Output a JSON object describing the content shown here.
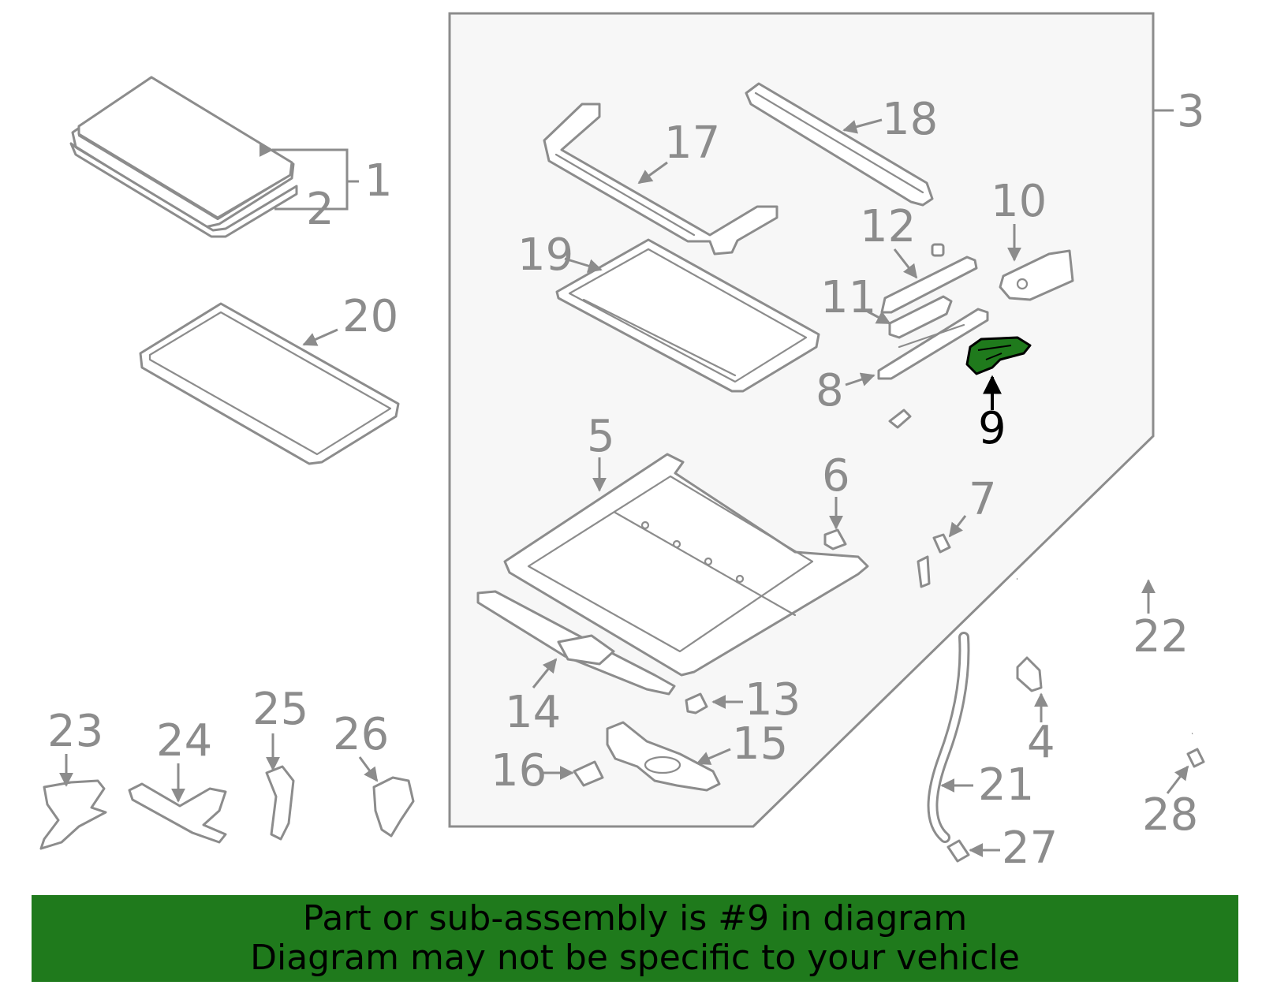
{
  "diagram": {
    "highlight_color": "#1f7a1c",
    "highlighted_part": "9",
    "callouts": {
      "c1": "1",
      "c2": "2",
      "c3": "3",
      "c4": "4",
      "c5": "5",
      "c6": "6",
      "c7": "7",
      "c8": "8",
      "c9": "9",
      "c10": "10",
      "c11": "11",
      "c12": "12",
      "c13": "13",
      "c14": "14",
      "c15": "15",
      "c16": "16",
      "c17": "17",
      "c18": "18",
      "c19": "19",
      "c20": "20",
      "c21": "21",
      "c22": "22",
      "c23": "23",
      "c24": "24",
      "c25": "25",
      "c26": "26",
      "c27": "27",
      "c28": "28"
    }
  },
  "banner": {
    "line1": "Part or sub-assembly is #9 in diagram",
    "line2": "Diagram may not be specific to your vehicle",
    "background": "#1f7a1c"
  }
}
